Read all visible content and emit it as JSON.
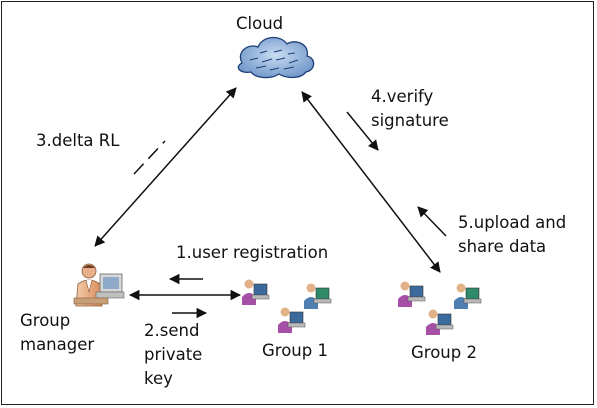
{
  "nodes": {
    "cloud": "Cloud",
    "group_manager": [
      "Group",
      "manager"
    ],
    "group1": "Group 1",
    "group2": "Group 2"
  },
  "steps": {
    "step1": "1.user registration",
    "step2": [
      "2.send",
      "private",
      "key"
    ],
    "step3": "3.delta RL",
    "step4": [
      "4.verify",
      "signature"
    ],
    "step5": [
      "5.upload and",
      "share data"
    ]
  }
}
